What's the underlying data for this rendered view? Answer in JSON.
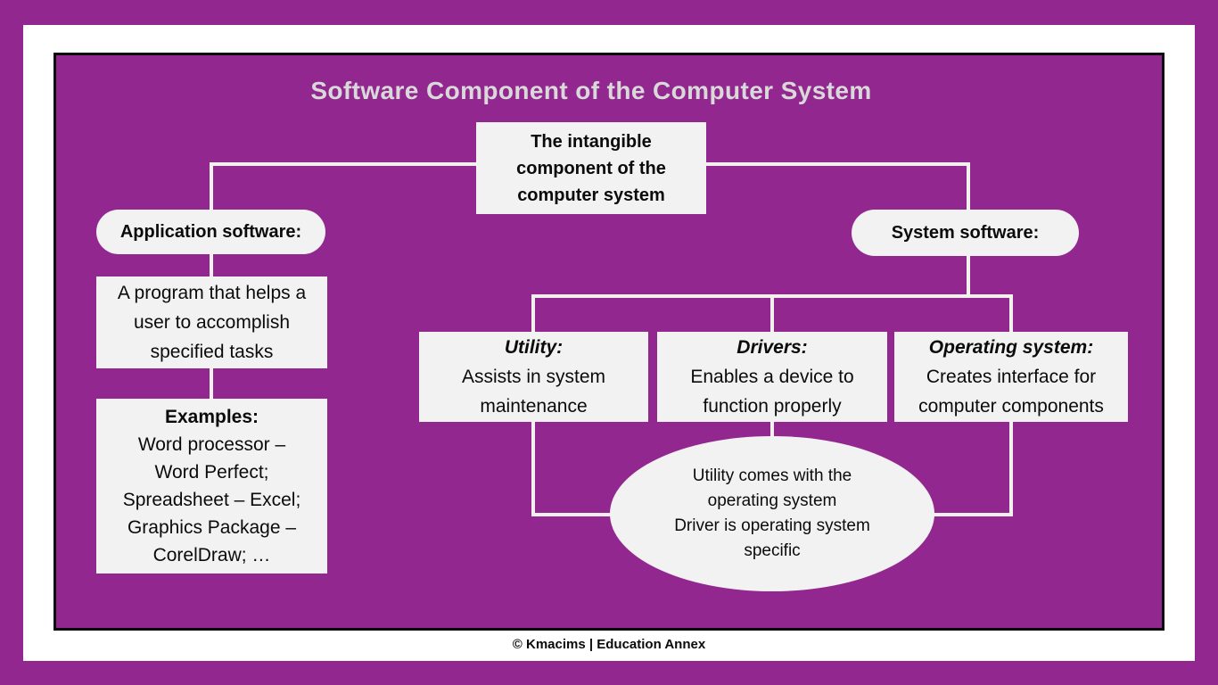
{
  "frame": {
    "title": "Software Component of the Computer System",
    "footer": "© Kmacims | Education Annex"
  },
  "colors": {
    "background_purple": "#92278F",
    "node_fill": "#F2F2F2",
    "connector_line": "#F2F1ED",
    "title_text": "#D9D9D9",
    "body_text": "#0B0B0B",
    "outer_frame": "#FFFFFF",
    "panel_border": "#0A0A0A"
  },
  "nodes": {
    "root": {
      "text": "The intangible\ncomponent of the\ncomputer system"
    },
    "application_pill": {
      "label": "Application software:"
    },
    "application_desc": {
      "text": "A program that helps a\nuser to accomplish\nspecified tasks"
    },
    "examples": {
      "heading": "Examples:",
      "text": "Word processor –\nWord Perfect;\nSpreadsheet – Excel;\nGraphics Package –\nCorelDraw; …"
    },
    "system_pill": {
      "label": "System software:"
    },
    "utility": {
      "heading": "Utility:",
      "text": "Assists in system\nmaintenance"
    },
    "drivers": {
      "heading": "Drivers:",
      "text": "Enables a device to\nfunction properly"
    },
    "operating_system": {
      "heading": "Operating system:",
      "text": "Creates interface for\ncomputer components"
    },
    "note_ellipse": {
      "text": "Utility comes with the\noperating system\nDriver is operating system\nspecific"
    }
  }
}
